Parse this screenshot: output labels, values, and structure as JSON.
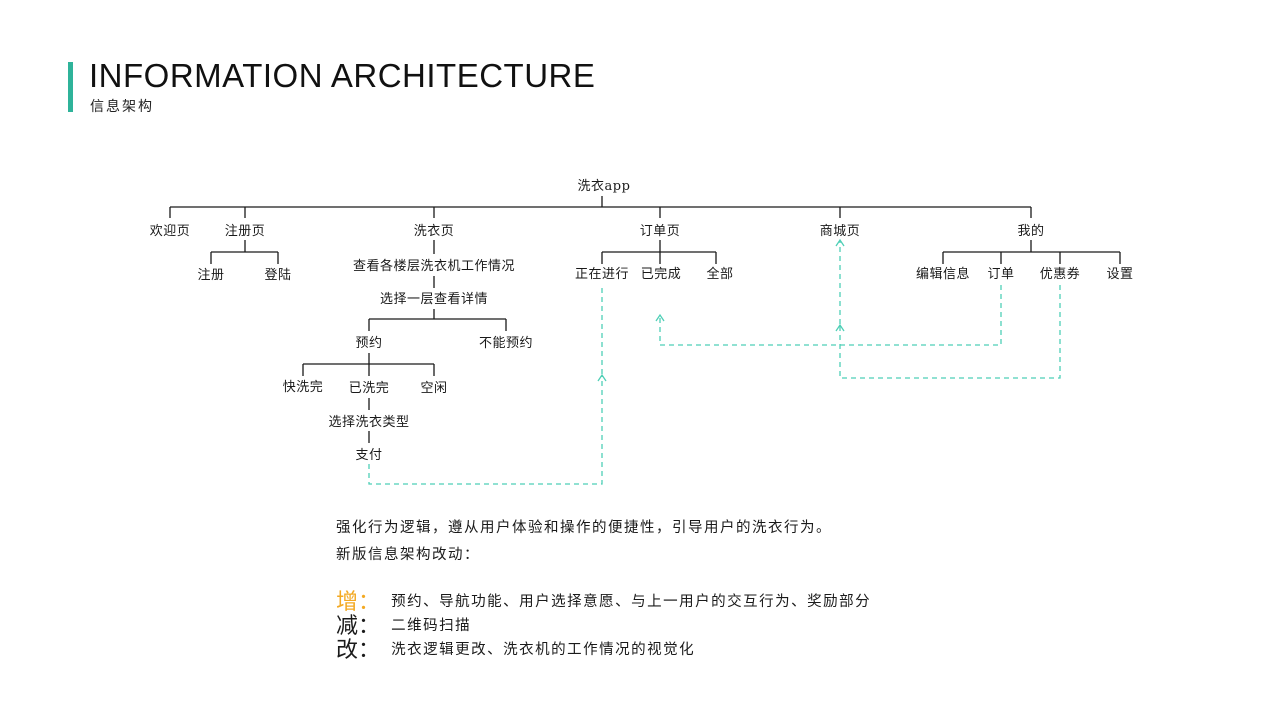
{
  "header": {
    "title": "INFORMATION ARCHITECTURE",
    "subtitle": "信息架构",
    "accent_color": "#2fb39a"
  },
  "tree": {
    "root": "洗衣app",
    "welcome": "欢迎页",
    "register_page": "注册页",
    "register": "注册",
    "login": "登陆",
    "wash_page": "洗衣页",
    "view_floors": "查看各楼层洗衣机工作情况",
    "select_floor": "选择一层查看详情",
    "reserve": "预约",
    "no_reserve": "不能预约",
    "almost_done": "快洗完",
    "washed": "已洗完",
    "idle": "空闲",
    "select_type": "选择洗衣类型",
    "pay": "支付",
    "order_page": "订单页",
    "in_progress": "正在进行",
    "completed": "已完成",
    "all": "全部",
    "mall_page": "商城页",
    "mine": "我的",
    "edit_info": "编辑信息",
    "orders": "订单",
    "coupons": "优惠券",
    "settings": "设置",
    "dashed_link_color": "#4ecfb6"
  },
  "notes": {
    "line1": "强化行为逻辑，遵从用户体验和操作的便捷性，引导用户的洗衣行为。",
    "line2": "新版信息架构改动："
  },
  "changes": [
    {
      "label": "增",
      "colon": "：",
      "text": "预约、导航功能、用户选择意愿、与上一用户的交互行为、奖励部分",
      "color": "#f3a922"
    },
    {
      "label": "减",
      "colon": "：",
      "text": "二维码扫描"
    },
    {
      "label": "改",
      "colon": "：",
      "text": "洗衣逻辑更改、洗衣机的工作情况的视觉化"
    }
  ]
}
